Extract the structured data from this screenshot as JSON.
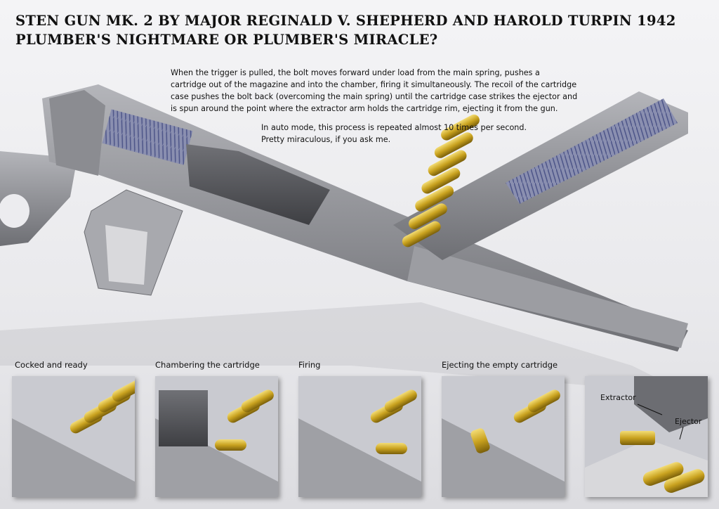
{
  "title": {
    "line1": "Sten Gun Mk. 2 by Major Reginald V. Shepherd and Harold Turpin 1942",
    "line2": "Plumber's Nightmare or Plumber's Miracle?"
  },
  "description": {
    "paragraph1": "When the trigger is pulled, the bolt moves forward under load from the main spring, pushes a cartridge out of the magazine and into the chamber, firing it simultaneously. The recoil of the cartridge case pushes the bolt back (overcoming the main spring) until the cartridge case strikes the ejector and is spun around the point where the extractor arm holds the cartridge rim, ejecting it from the gun.",
    "paragraph2_line1": "In auto mode, this process is repeated almost 10 times per second.",
    "paragraph2_line2": "Pretty miraculous, if you ask me."
  },
  "panels": [
    {
      "label": "Cocked and ready"
    },
    {
      "label": "Chambering the cartridge"
    },
    {
      "label": "Firing"
    },
    {
      "label": "Ejecting the empty cartridge"
    },
    {
      "label": ""
    }
  ],
  "callouts": {
    "extractor": "Extractor",
    "ejector": "Ejector"
  },
  "colors": {
    "metal": "#8e8f94",
    "brass": "#c9a21f",
    "spring": "#7d86b8"
  }
}
